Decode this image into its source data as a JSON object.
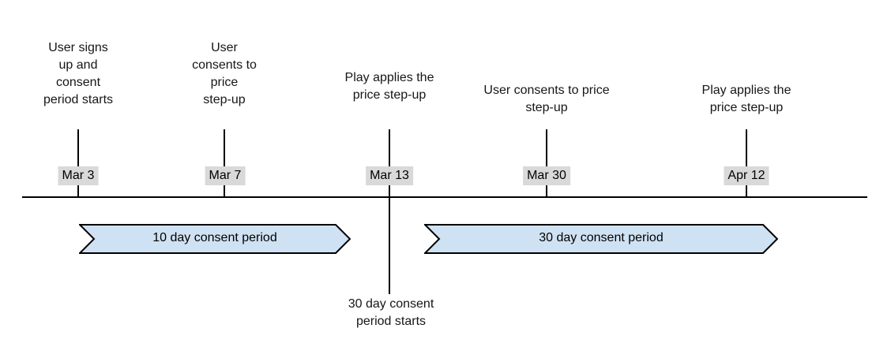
{
  "diagram": {
    "events": [
      {
        "date": "Mar 3",
        "label": "User signs\nup and\nconsent\nperiod starts"
      },
      {
        "date": "Mar 7",
        "label": "User\nconsents to\nprice\nstep-up"
      },
      {
        "date": "Mar 13",
        "label": "Play applies the\nprice step-up"
      },
      {
        "date": "Mar 30",
        "label": "User consents to price\nstep-up"
      },
      {
        "date": "Apr 12",
        "label": "Play applies the\nprice step-up"
      }
    ],
    "banners": [
      {
        "label": "10 day consent period"
      },
      {
        "label": "30 day consent period"
      }
    ],
    "below_note": "30 day consent\nperiod starts",
    "colors": {
      "banner_fill": "#cfe2f3",
      "banner_border": "#000000",
      "date_badge_bg": "#d9d9d9",
      "line": "#000000"
    }
  }
}
